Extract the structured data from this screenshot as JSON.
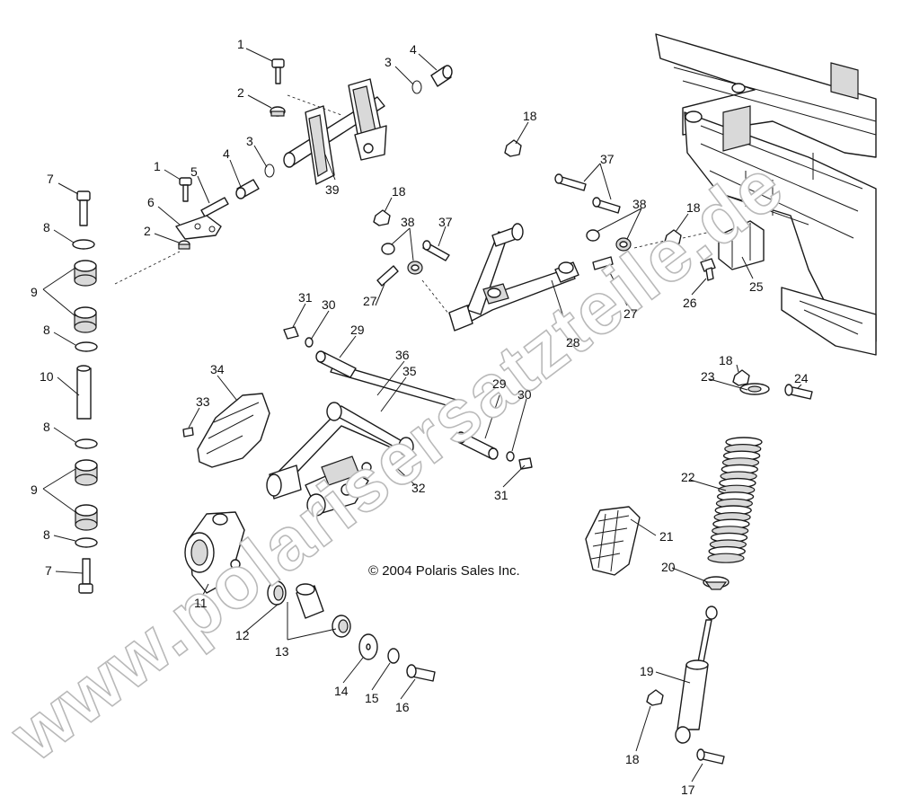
{
  "copyright": "© 2004 Polaris Sales Inc.",
  "watermark": "www.polarisersatzteile.de",
  "callouts": [
    {
      "label": "1"
    },
    {
      "label": "2"
    },
    {
      "label": "3"
    },
    {
      "label": "4"
    },
    {
      "label": "1"
    },
    {
      "label": "5"
    },
    {
      "label": "4"
    },
    {
      "label": "3"
    },
    {
      "label": "2"
    },
    {
      "label": "6"
    },
    {
      "label": "39"
    },
    {
      "label": "7"
    },
    {
      "label": "8"
    },
    {
      "label": "9"
    },
    {
      "label": "8"
    },
    {
      "label": "10"
    },
    {
      "label": "8"
    },
    {
      "label": "9"
    },
    {
      "label": "8"
    },
    {
      "label": "7"
    },
    {
      "label": "18"
    },
    {
      "label": "37"
    },
    {
      "label": "18"
    },
    {
      "label": "38"
    },
    {
      "label": "37"
    },
    {
      "label": "38"
    },
    {
      "label": "18"
    },
    {
      "label": "27"
    },
    {
      "label": "27"
    },
    {
      "label": "28"
    },
    {
      "label": "26"
    },
    {
      "label": "25"
    },
    {
      "label": "31"
    },
    {
      "label": "30"
    },
    {
      "label": "29"
    },
    {
      "label": "36"
    },
    {
      "label": "35"
    },
    {
      "label": "34"
    },
    {
      "label": "33"
    },
    {
      "label": "29"
    },
    {
      "label": "30"
    },
    {
      "label": "31"
    },
    {
      "label": "32"
    },
    {
      "label": "18"
    },
    {
      "label": "24"
    },
    {
      "label": "23"
    },
    {
      "label": "22"
    },
    {
      "label": "21"
    },
    {
      "label": "20"
    },
    {
      "label": "11"
    },
    {
      "label": "12"
    },
    {
      "label": "13"
    },
    {
      "label": "14"
    },
    {
      "label": "15"
    },
    {
      "label": "16"
    },
    {
      "label": "19"
    },
    {
      "label": "18"
    },
    {
      "label": "17"
    }
  ]
}
